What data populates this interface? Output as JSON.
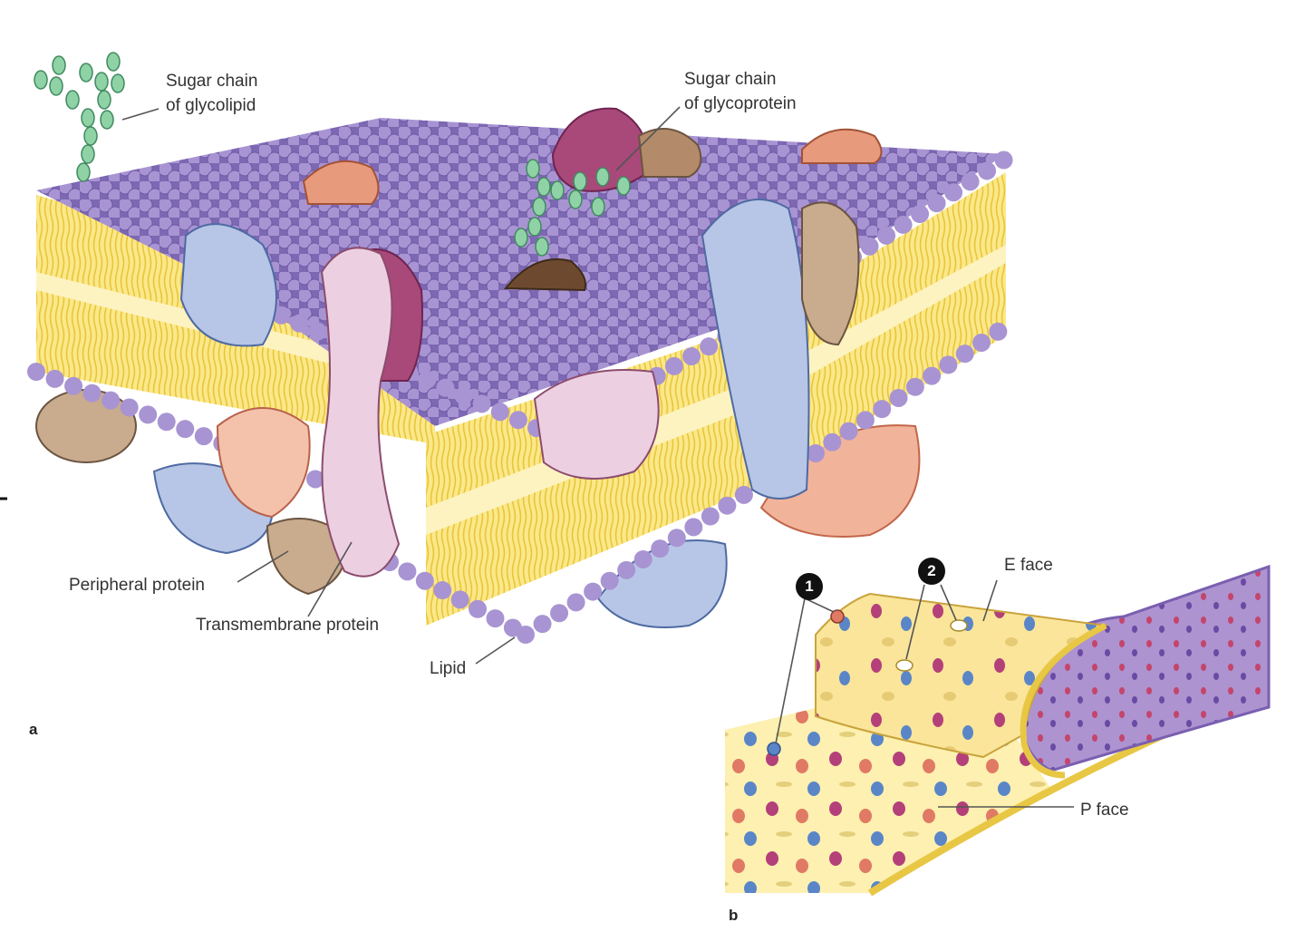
{
  "labels": {
    "glycolipid": [
      "Sugar chain",
      "of glycolipid"
    ],
    "glycoprotein": [
      "Sugar chain",
      "of glycoprotein"
    ],
    "peripheral": "Peripheral protein",
    "transmembrane": "Transmembrane protein",
    "lipid": "Lipid",
    "e_face": "E face",
    "p_face": "P face"
  },
  "panels": {
    "a": "a",
    "b": "b"
  },
  "markers": {
    "one": "1",
    "two": "2"
  },
  "colors": {
    "lipid_head": "#9a86c8",
    "tail_yellow": "#f7e27a",
    "core_yellow": "#fdf1b4",
    "protein_blue": "#b7c6e6",
    "protein_pink": "#e8c4d8",
    "protein_magenta": "#a8497a",
    "protein_brown": "#c9ab8e",
    "protein_orange": "#e79a7c",
    "sugar_green": "#8fd2a6",
    "face_purple": "#a48ac8"
  }
}
